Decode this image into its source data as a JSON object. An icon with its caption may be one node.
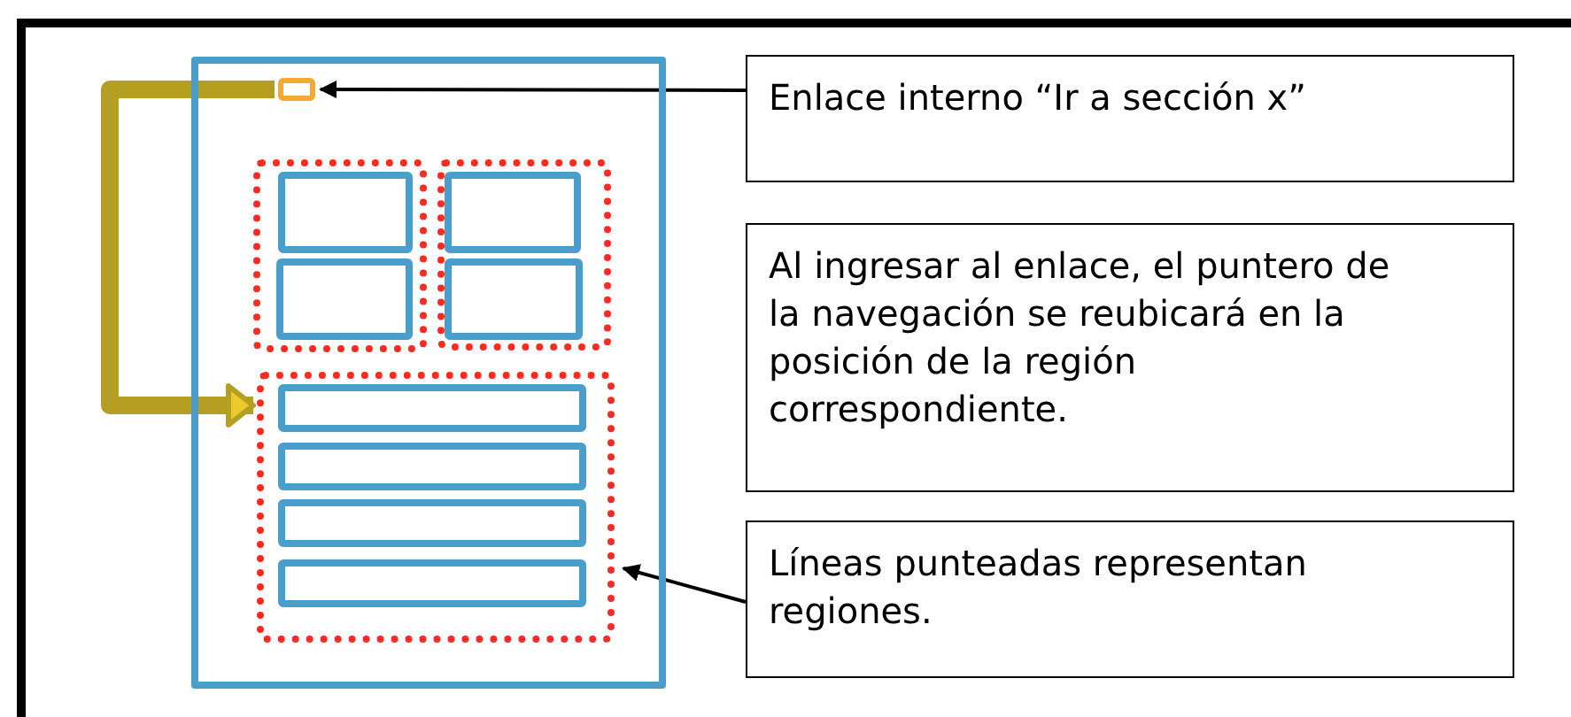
{
  "diagram": {
    "nodes": [
      {
        "text": [],
        "shape": "box"
      },
      {
        "text": [],
        "shape": "box",
        "in": 0
      },
      {
        "text": [],
        "shape": "box",
        "in": 0
      },
      {
        "text": [],
        "shape": "box",
        "in": 2
      },
      {
        "text": [],
        "shape": "box",
        "in": 2
      },
      {
        "text": [],
        "shape": "box",
        "in": 0
      },
      {
        "text": [],
        "shape": "box",
        "in": 5
      },
      {
        "text": [],
        "shape": "box",
        "in": 5
      },
      {
        "text": [],
        "shape": "box",
        "in": 0
      },
      {
        "text": [],
        "shape": "box",
        "in": 8
      },
      {
        "text": [],
        "shape": "box",
        "in": 8
      },
      {
        "text": [],
        "shape": "box",
        "in": 8
      },
      {
        "text": [],
        "shape": "box",
        "in": 8
      },
      {
        "text": [
          "Enlace interno “Ir a sección x”"
        ]
      },
      {
        "text": [
          "Al ingresar al enlace, el puntero de la navegación se reubicará en la posición de la región correspondiente."
        ]
      },
      {
        "text": [
          "Líneas punteadas representan regiones."
        ]
      }
    ],
    "edges": [
      {
        "from": 13,
        "to": 1,
        "arrow": "to"
      },
      {
        "from": 1,
        "to": 8,
        "arrow": "to",
        "style": "thick",
        "color": "#b59f22"
      },
      {
        "from": 15,
        "to": 8,
        "arrow": "to"
      }
    ]
  }
}
